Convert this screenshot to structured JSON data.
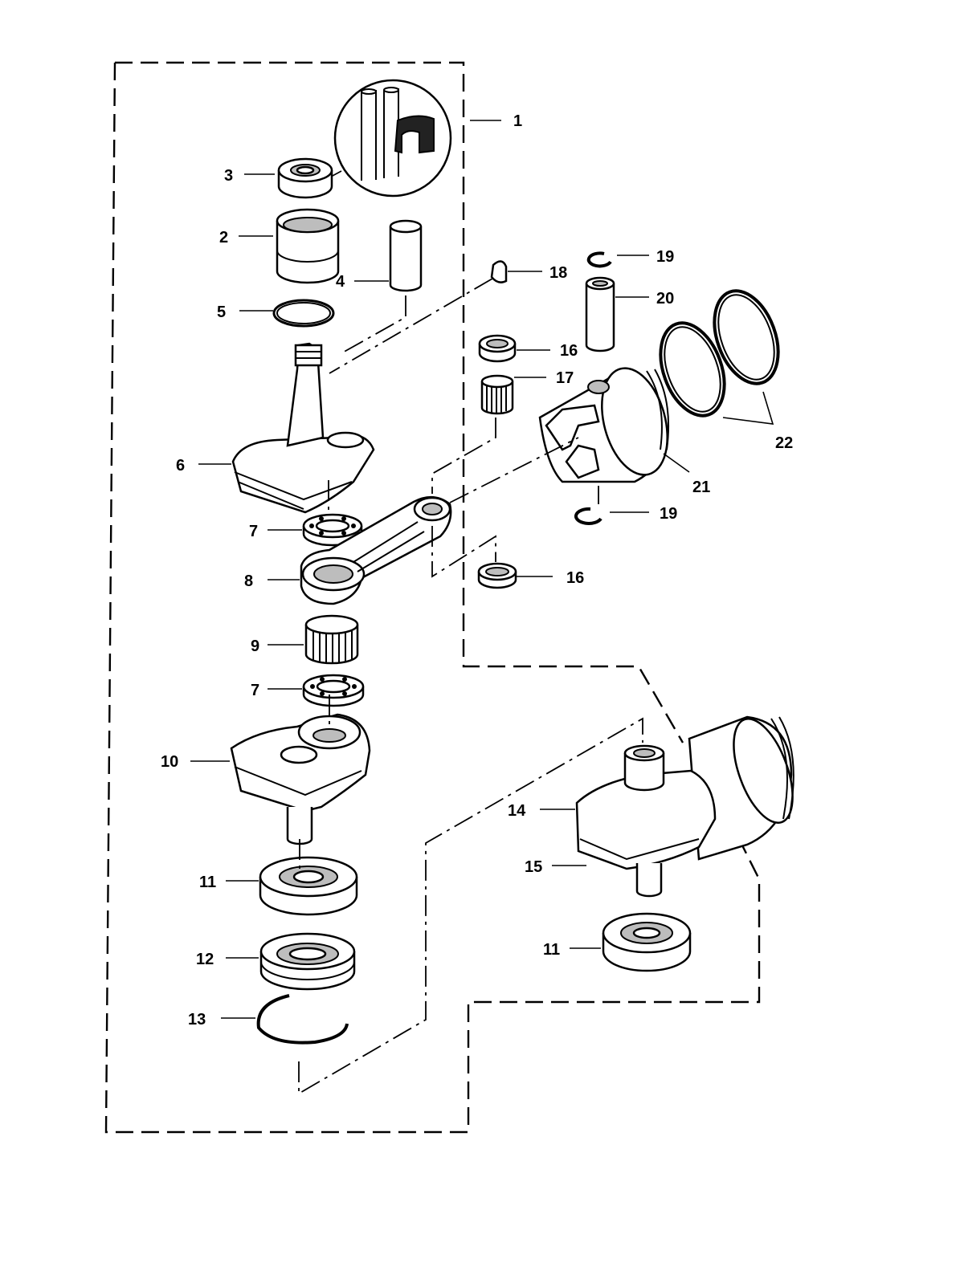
{
  "callouts": [
    {
      "id": "1",
      "label": "1"
    },
    {
      "id": "2",
      "label": "2"
    },
    {
      "id": "3",
      "label": "3"
    },
    {
      "id": "4",
      "label": "4"
    },
    {
      "id": "5",
      "label": "5"
    },
    {
      "id": "6",
      "label": "6"
    },
    {
      "id": "7a",
      "label": "7"
    },
    {
      "id": "7b",
      "label": "7"
    },
    {
      "id": "8",
      "label": "8"
    },
    {
      "id": "9",
      "label": "9"
    },
    {
      "id": "10",
      "label": "10"
    },
    {
      "id": "11a",
      "label": "11"
    },
    {
      "id": "11b",
      "label": "11"
    },
    {
      "id": "12",
      "label": "12"
    },
    {
      "id": "13",
      "label": "13"
    },
    {
      "id": "14",
      "label": "14"
    },
    {
      "id": "15",
      "label": "15"
    },
    {
      "id": "16a",
      "label": "16"
    },
    {
      "id": "16b",
      "label": "16"
    },
    {
      "id": "17",
      "label": "17"
    },
    {
      "id": "18",
      "label": "18"
    },
    {
      "id": "19a",
      "label": "19"
    },
    {
      "id": "19b",
      "label": "19"
    },
    {
      "id": "20",
      "label": "20"
    },
    {
      "id": "21",
      "label": "21"
    },
    {
      "id": "22",
      "label": "22"
    }
  ]
}
